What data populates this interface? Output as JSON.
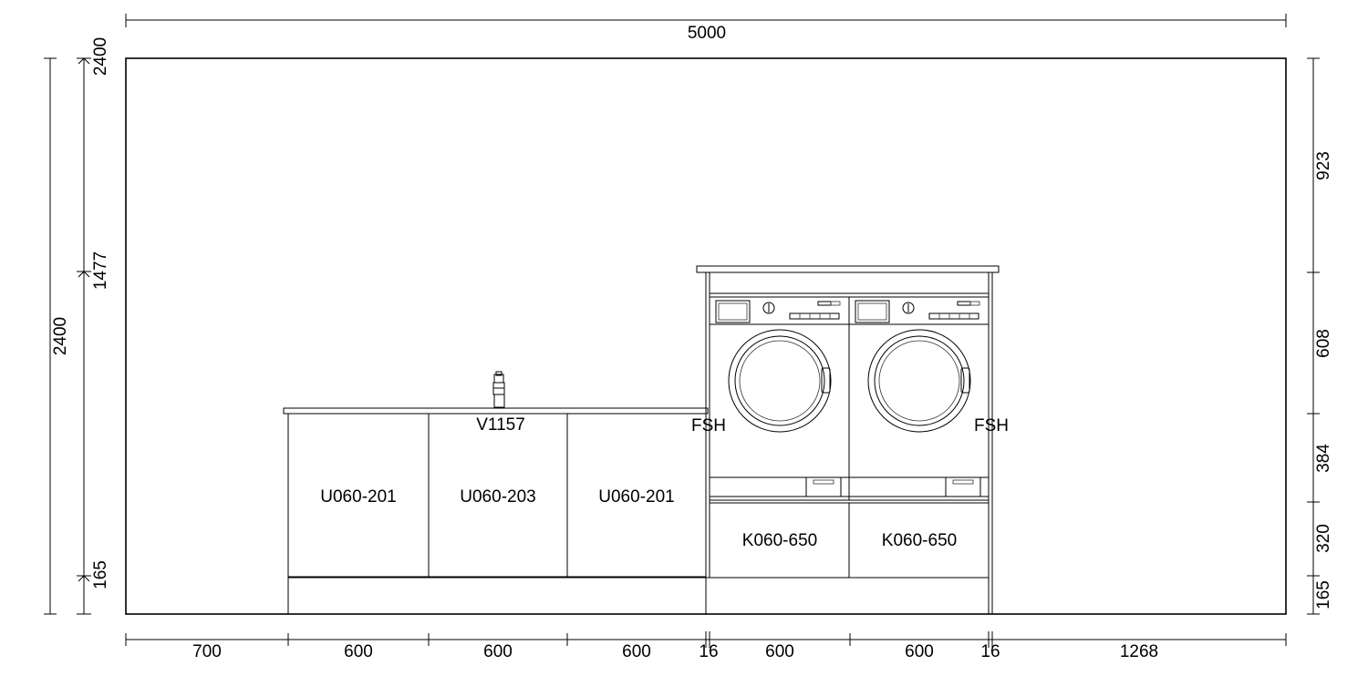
{
  "dimensions": {
    "overall_width": "5000",
    "left_outer": {
      "total": "2400"
    },
    "left_inner": {
      "top": "2400",
      "mid": "1477",
      "bottom": "165"
    },
    "right": [
      "923",
      "608",
      "384",
      "320",
      "165"
    ],
    "bottom": [
      "700",
      "600",
      "600",
      "600",
      "16",
      "600",
      "600",
      "16",
      "1268"
    ]
  },
  "cabinets": {
    "base_left": "U060-201",
    "base_sink": "U060-203",
    "base_right": "U060-201",
    "tap": "V1157",
    "pedestal_left": "K060-650",
    "pedestal_right": "K060-650"
  },
  "side_panels": {
    "left": "FSH",
    "right": "FSH"
  },
  "icons": [
    "faucet-icon",
    "washing-machine-icon",
    "dryer-icon"
  ]
}
